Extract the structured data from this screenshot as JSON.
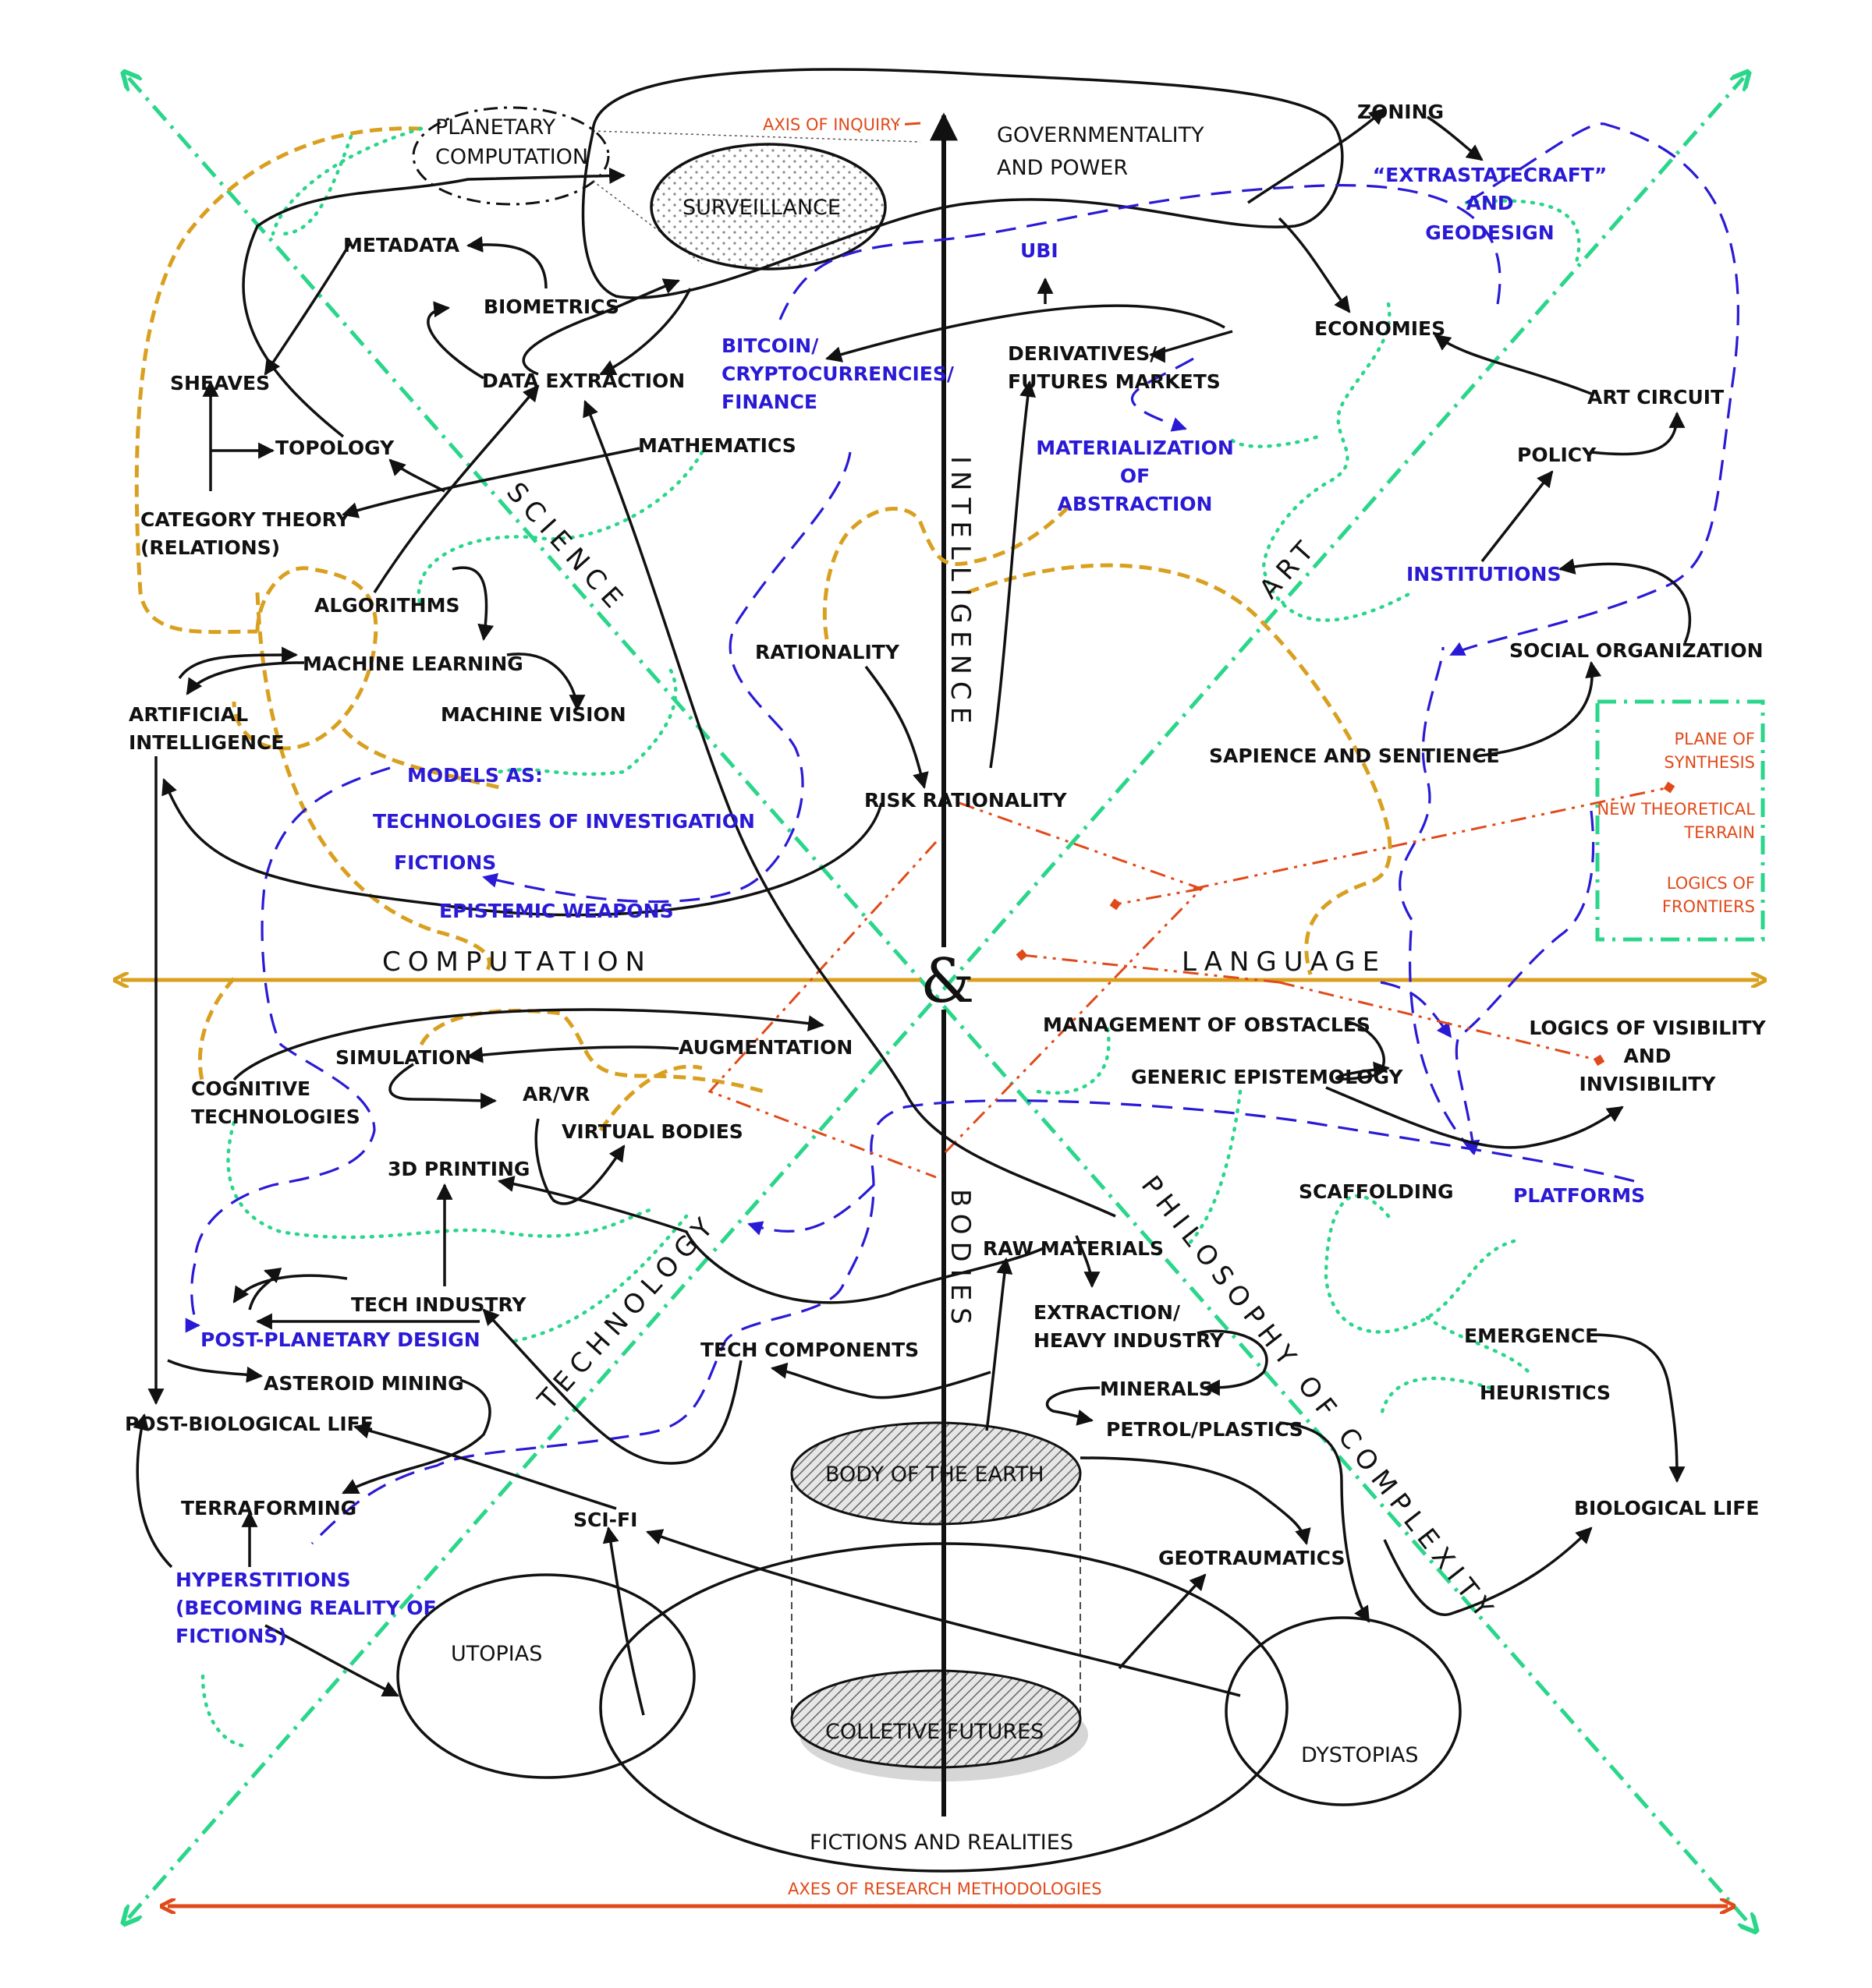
{
  "axes": {
    "computation": "COMPUTATION",
    "language": "LANGUAGE",
    "intelligence": "INTELLIGENCE",
    "bodies": "BODIES",
    "science": "SCIENCE",
    "art": "ART",
    "technology": "TECHNOLOGY",
    "philosophy_of_complexity": "PHILOSOPHY OF COMPLEXITY",
    "center": "&"
  },
  "annotations": {
    "axis_of_inquiry": "AXIS OF INQUIRY",
    "axes_of_research_methodologies": "AXES OF RESEARCH METHODOLOGIES",
    "plane_of_synthesis": [
      "PLANE OF",
      "SYNTHESIS"
    ],
    "new_theoretical_terrain": [
      "NEW THEORETICAL",
      "TERRAIN"
    ],
    "logics_of_frontiers": [
      "LOGICS OF",
      "FRONTIERS"
    ]
  },
  "nodes": {
    "planetary_computation": [
      "PLANETARY",
      "COMPUTATION"
    ],
    "surveillance": "SURVEILLANCE",
    "governmentality": [
      "GOVERNMENTALITY",
      "AND POWER"
    ],
    "zoning": "ZONING",
    "extrastatecraft": [
      "“EXTRASTATECRAFT”",
      "AND",
      "GEODESIGN"
    ],
    "metadata": "METADATA",
    "biometrics": "BIOMETRICS",
    "data_extraction": "DATA EXTRACTION",
    "ubi": "UBI",
    "bitcoin": [
      "BITCOIN/",
      "CRYPTOCURRENCIES/",
      "FINANCE"
    ],
    "derivatives": [
      "DERIVATIVES/",
      "FUTURES MARKETS"
    ],
    "economies": "ECONOMIES",
    "art_circuit": "ART CIRCUIT",
    "sheaves": "SHEAVES",
    "topology": "TOPOLOGY",
    "mathematics": "MATHEMATICS",
    "category_theory": [
      "CATEGORY THEORY",
      "(RELATIONS)"
    ],
    "materialization": [
      "MATERIALIZATION",
      "OF",
      "ABSTRACTION"
    ],
    "policy": "POLICY",
    "algorithms": "ALGORITHMS",
    "institutions": "INSTITUTIONS",
    "machine_learning": "MACHINE LEARNING",
    "rationality": "RATIONALITY",
    "social_organization": "SOCIAL ORGANIZATION",
    "artificial_intelligence": [
      "ARTIFICIAL",
      "INTELLIGENCE"
    ],
    "machine_vision": "MACHINE VISION",
    "sapience": "SAPIENCE AND SENTIENCE",
    "models_as": "MODELS AS:",
    "risk_rationality": "RISK RATIONALITY",
    "technologies_of_investigation": "TECHNOLOGIES OF INVESTIGATION",
    "fictions": "FICTIONS",
    "epistemic_weapons": "EPISTEMIC WEAPONS",
    "management_of_obstacles": "MANAGEMENT OF OBSTACLES",
    "logics_of_visibility": [
      "LOGICS OF VISIBILITY",
      "AND",
      "INVISIBILITY"
    ],
    "augmentation": "AUGMENTATION",
    "simulation": "SIMULATION",
    "cognitive_technologies": [
      "COGNITIVE",
      "TECHNOLOGIES"
    ],
    "generic_epistemology": "GENERIC EPISTEMOLOGY",
    "ar_vr": "AR/VR",
    "virtual_bodies": "VIRTUAL BODIES",
    "printing_3d": "3D PRINTING",
    "scaffolding": "SCAFFOLDING",
    "platforms": "PLATFORMS",
    "raw_materials": "RAW MATERIALS",
    "tech_industry": "TECH INDUSTRY",
    "extraction": [
      "EXTRACTION/",
      "HEAVY INDUSTRY"
    ],
    "post_planetary_design": "POST-PLANETARY DESIGN",
    "tech_components": "TECH COMPONENTS",
    "emergence": "EMERGENCE",
    "asteroid_mining": "ASTEROID MINING",
    "minerals": "MINERALS",
    "heuristics": "HEURISTICS",
    "post_biological_life": "POST-BIOLOGICAL LIFE",
    "petrol": "PETROL/PLASTICS",
    "body_of_the_earth": "BODY OF THE EARTH",
    "terraforming": "TERRAFORMING",
    "biological_life": "BIOLOGICAL LIFE",
    "sci_fi": "SCI-FI",
    "geotraumatics": "GEOTRAUMATICS",
    "hyperstitions": [
      "HYPERSTITIONS",
      "(BECOMING REALITY OF",
      "FICTIONS)"
    ],
    "utopias": "UTOPIAS",
    "collective_futures": "COLLETIVE FUTURES",
    "dystopias": "DYSTOPIAS",
    "fictions_and_realities": "FICTIONS AND REALITIES"
  },
  "colors": {
    "black": "#111111",
    "blue": "#2a1ad6",
    "gold": "#d9a020",
    "green": "#2ad68a",
    "orange": "#e04a1a"
  }
}
